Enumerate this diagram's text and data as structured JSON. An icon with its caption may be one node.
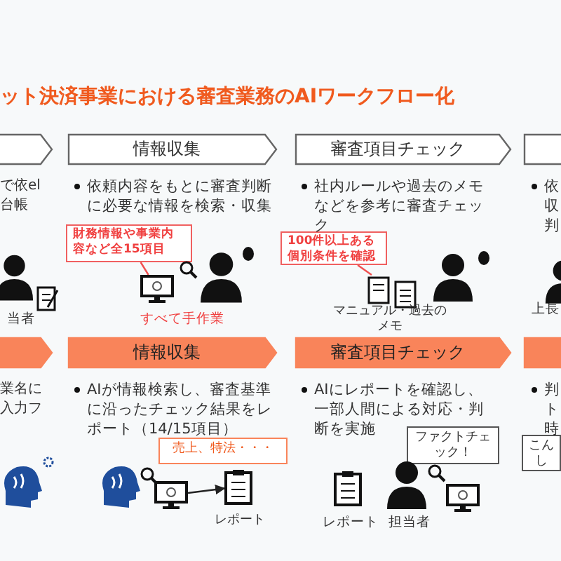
{
  "diagram": {
    "title": "ット決済事業における審査業務のAIワークフロー化",
    "nodes": [
      {
        "text": [],
        "shape": "chevron"
      },
      {
        "text": [
          "情報収集"
        ]
      },
      {
        "text": [
          "審査項目チェック"
        ]
      },
      {
        "text": [],
        "shape": "chevron"
      },
      {
        "text": [
          "財務情報や事業内容など全15項目"
        ]
      },
      {
        "text": [
          "100件以上ある個別条件を確認"
        ]
      },
      {
        "text": [],
        "shape": "picture"
      },
      {
        "text": [],
        "shape": "picture",
        "beside": [
          "マニュアル・過去のメモ"
        ]
      },
      {
        "text": [],
        "shape": "chevron"
      },
      {
        "text": [
          "情報収集"
        ]
      },
      {
        "text": [
          "審査項目チェック"
        ]
      },
      {
        "text": [],
        "shape": "chevron"
      },
      {
        "text": [
          "売上、特法・・・"
        ]
      },
      {
        "text": [],
        "shape": "picture"
      },
      {
        "text": [],
        "shape": "picture",
        "beside": [
          "レポート"
        ]
      },
      {
        "text": [
          "ファクトチェック！"
        ]
      },
      {
        "text": [
          "こんし"
        ]
      }
    ],
    "edges": [
      {
        "from": 4,
        "to": 6,
        "arrow": "none",
        "color": "#f05050"
      },
      {
        "from": 5,
        "to": 7,
        "arrow": "none",
        "color": "#f05050"
      },
      {
        "from": 13,
        "to": 14,
        "arrow": "to",
        "color": "#222222"
      }
    ],
    "labels": [
      "で依el台帳",
      "依頼内容をもとに審査判断に必要な情報を検索・収集",
      "社内ルールや過去のメモなどを参考に審査チェック",
      "依収判",
      "当者",
      "すべて手作業",
      "上長",
      "業名に入力フ",
      "AIが情報検索し、審査基準に沿ったチェック結果をレポート（14/15項目）",
      "AIにレポートを確認し、一部人間による対応・判断を実施",
      "判ト時",
      "レポート",
      "担当者"
    ]
  }
}
